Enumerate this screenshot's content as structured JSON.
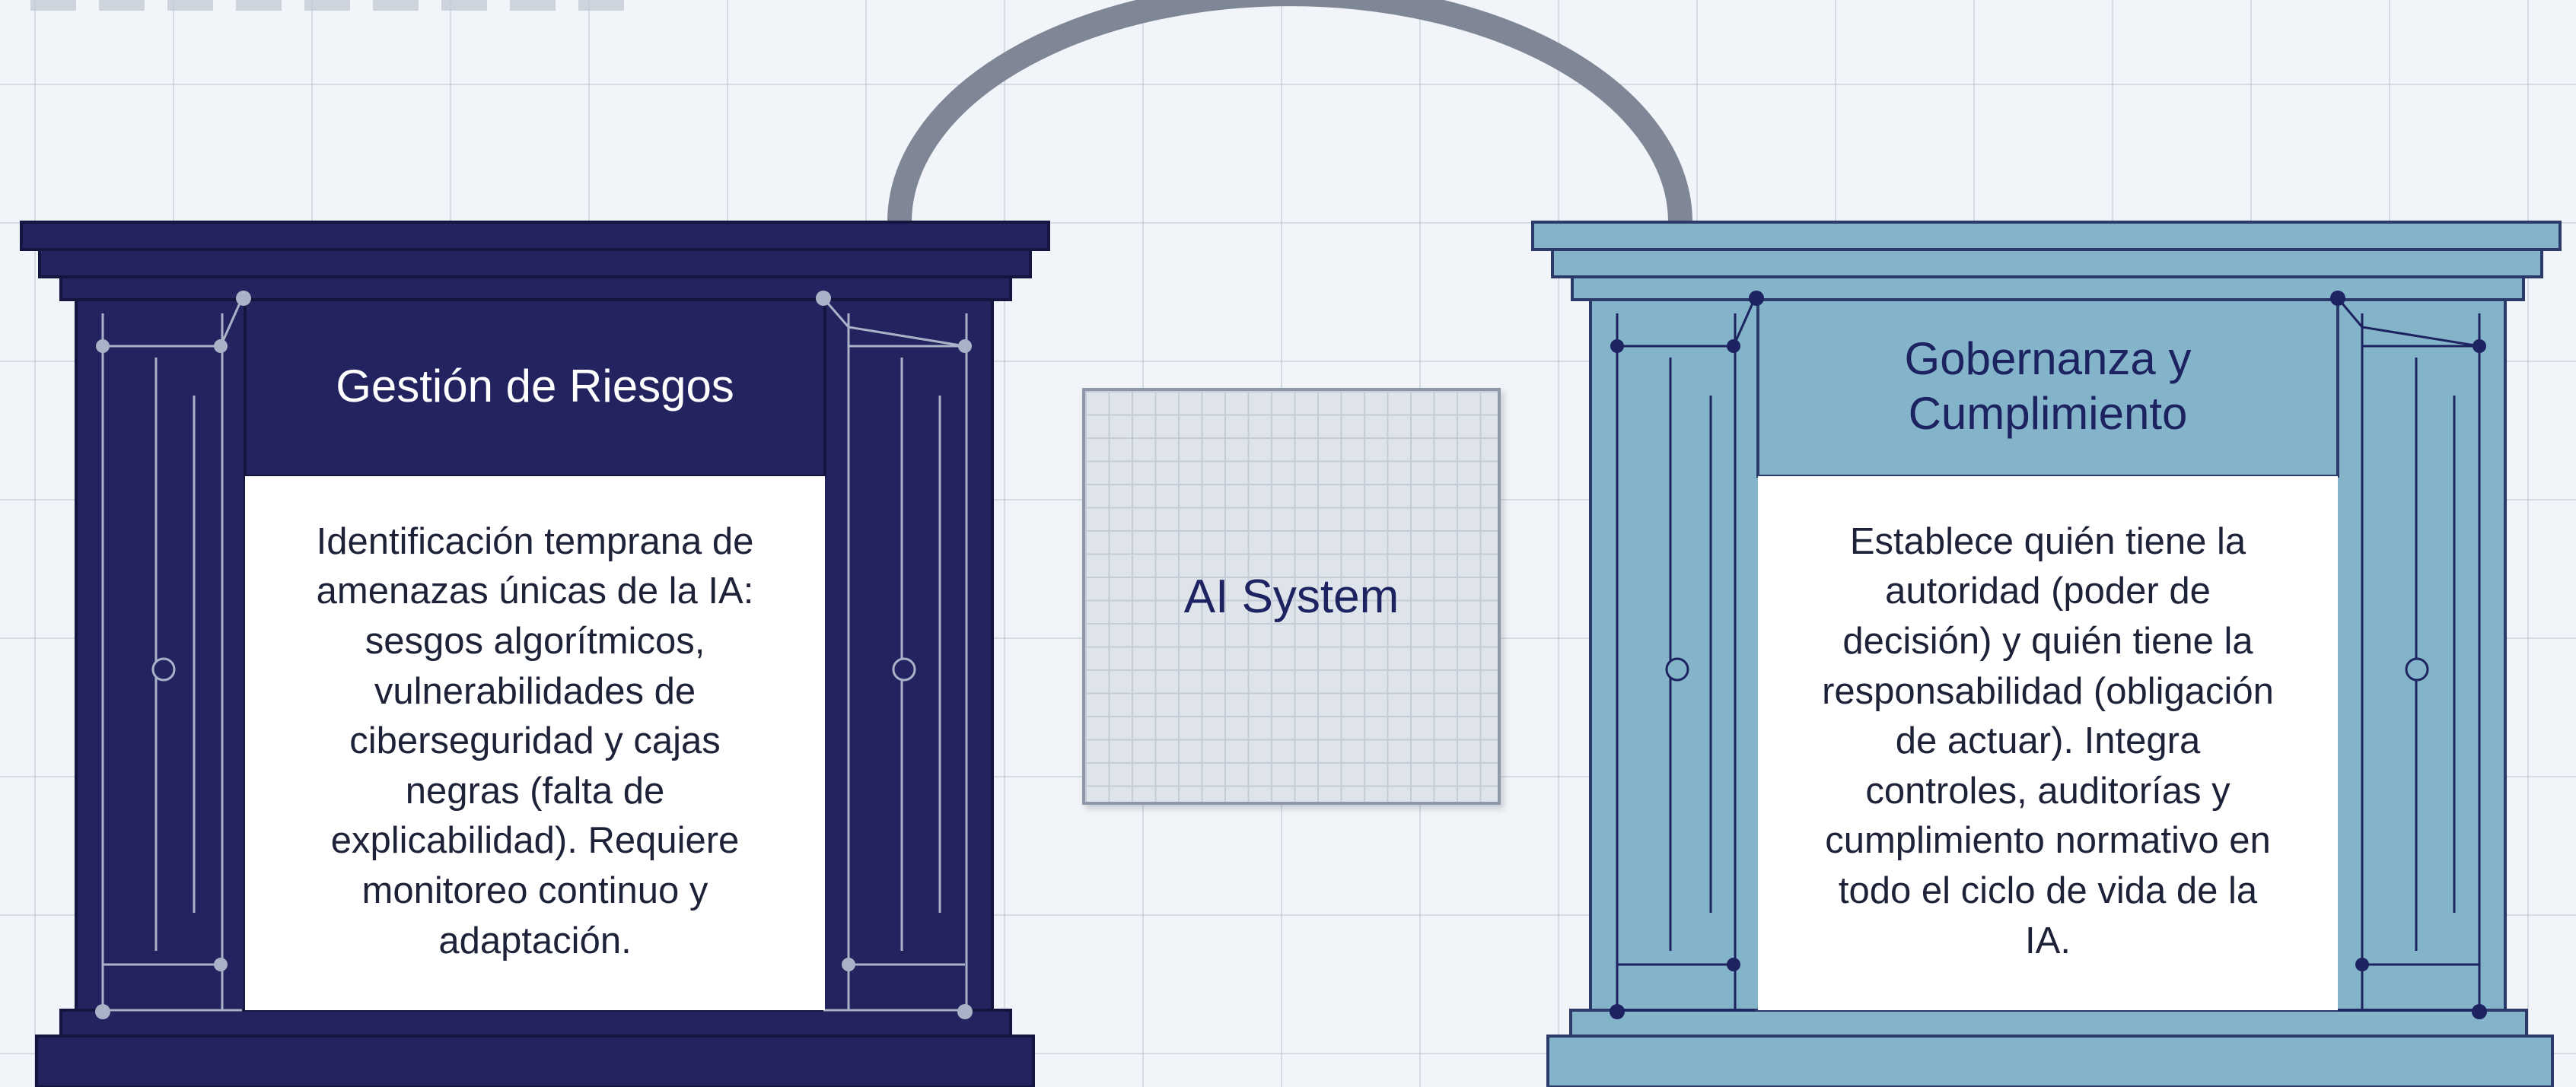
{
  "left_pillar": {
    "title": "Gestión de Riesgos",
    "body_lines": [
      "Identificación temprana de",
      "amenazas únicas de la IA:",
      "sesgos algorítmicos,",
      "vulnerabilidades de",
      "ciberseguridad y cajas",
      "negras (falta de",
      "explicabilidad). Requiere",
      "monitoreo continuo y",
      "adaptación."
    ],
    "color": "#23235f"
  },
  "center": {
    "label": "AI System"
  },
  "right_pillar": {
    "title_lines": [
      "Gobernanza y",
      "Cumplimiento"
    ],
    "body_lines": [
      "Establece quién tiene la",
      "autoridad (poder de",
      "decisión) y quién tiene la",
      "responsabilidad (obligación",
      "de actuar). Integra",
      "controles, auditorías y",
      "cumplimiento normativo en",
      "todo el ciclo de vida de la",
      "IA."
    ],
    "color": "#84b4c9"
  },
  "arch_color": "#7f8797"
}
